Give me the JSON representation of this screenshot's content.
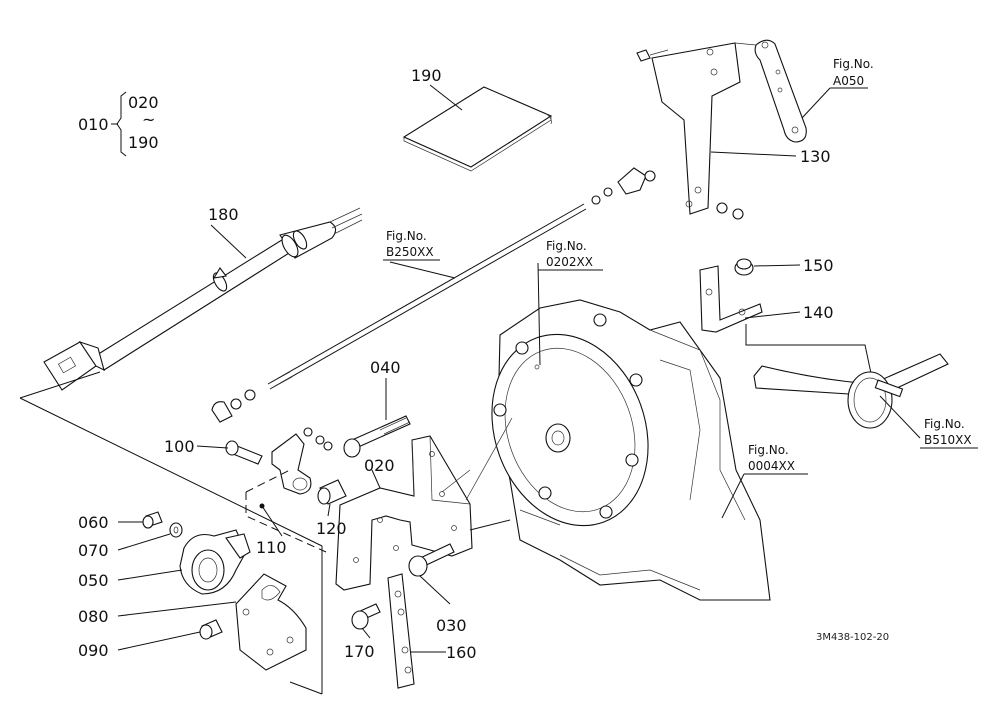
{
  "assembly": {
    "main": "010",
    "range_start": "020",
    "tilde": "~",
    "range_end": "190"
  },
  "parts": {
    "p020": "020",
    "p030": "030",
    "p040": "040",
    "p050": "050",
    "p060": "060",
    "p070": "070",
    "p080": "080",
    "p090": "090",
    "p100": "100",
    "p110": "110",
    "p120": "120",
    "p130": "130",
    "p140": "140",
    "p150": "150",
    "p160": "160",
    "p170": "170",
    "p180": "180",
    "p190": "190"
  },
  "figure_refs": [
    {
      "label": "Fig.No.",
      "number": "A050"
    },
    {
      "label": "Fig.No.",
      "number": "B250XX"
    },
    {
      "label": "Fig.No.",
      "number": "0202XX"
    },
    {
      "label": "Fig.No.",
      "number": "B510XX"
    },
    {
      "label": "Fig.No.",
      "number": "0004XX"
    }
  ],
  "drawing_code": "3M438-102-20"
}
